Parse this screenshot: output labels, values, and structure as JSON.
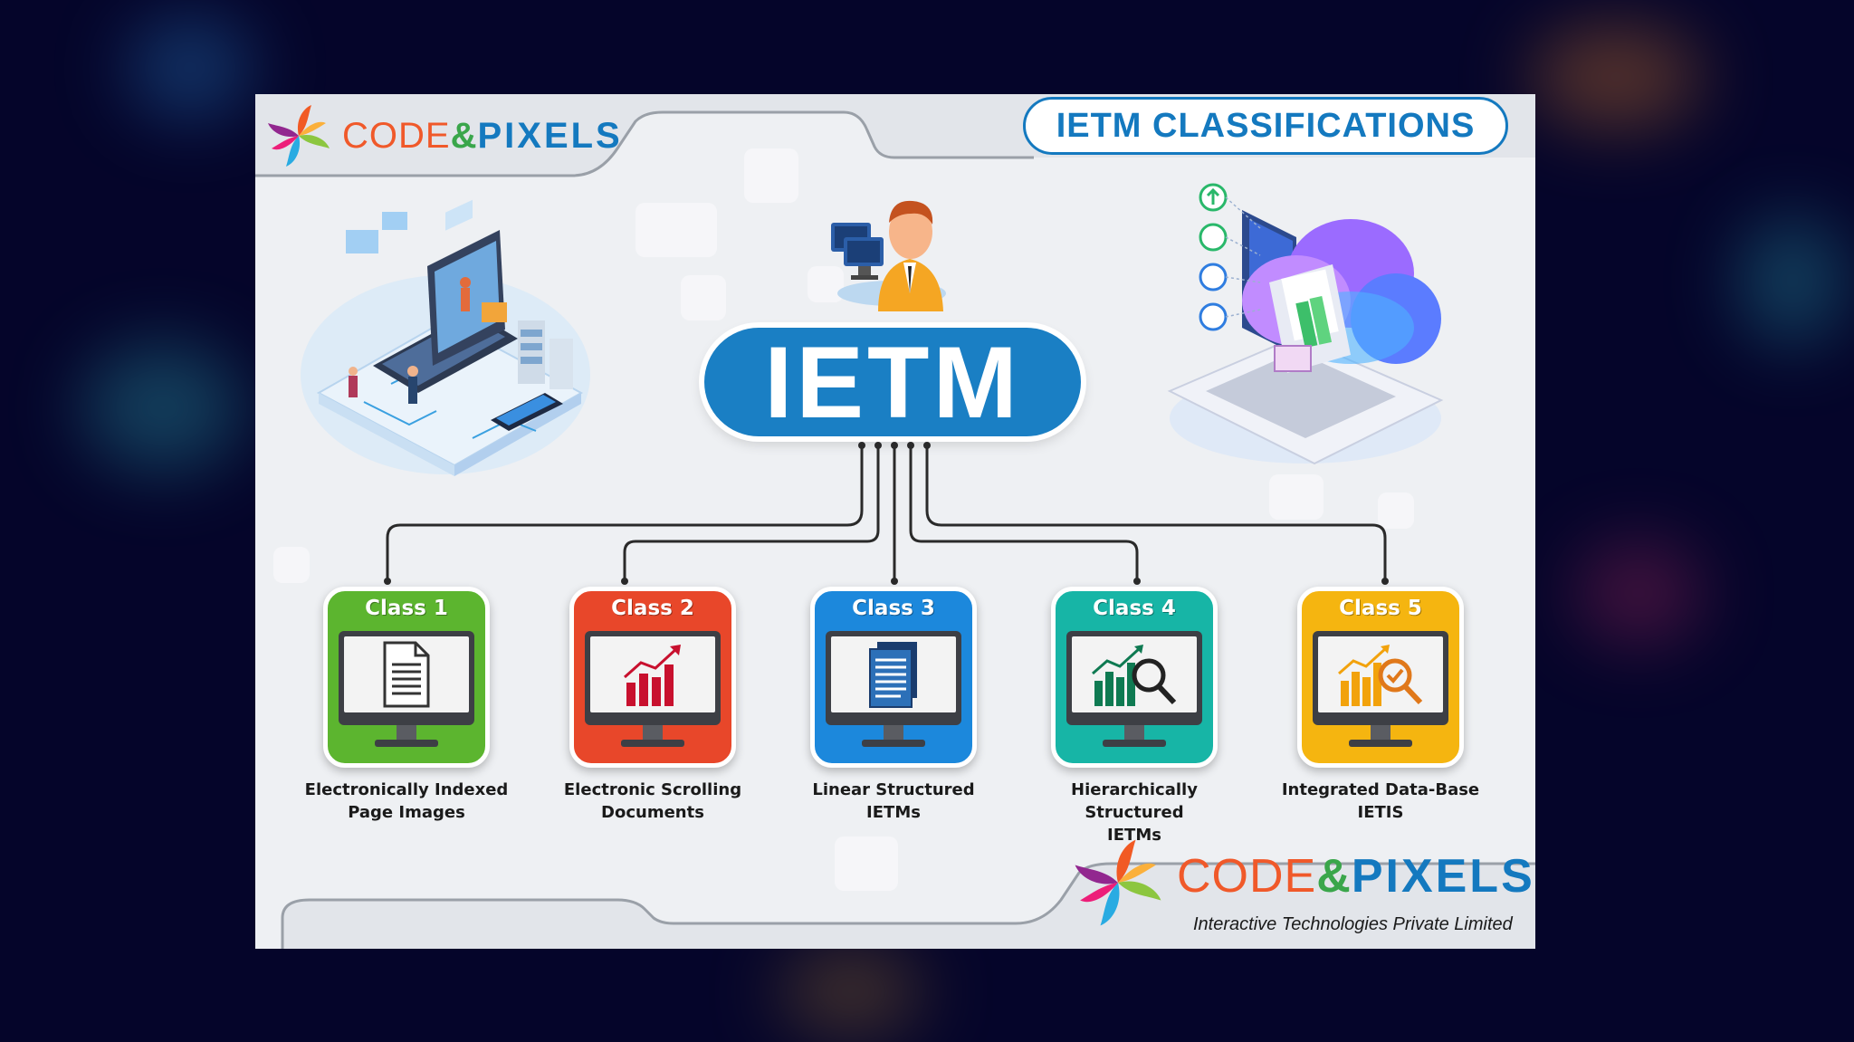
{
  "header": {
    "logo": {
      "code": "CODE",
      "amp": "&",
      "pixels": "PIXELS"
    },
    "title": "IETM CLASSIFICATIONS"
  },
  "center": {
    "label": "IETM"
  },
  "classes": [
    {
      "label": "Class 1",
      "caption_line1": "Electronically Indexed",
      "caption_line2": "Page Images",
      "color": "#5cb52f",
      "icon": "document-icon"
    },
    {
      "label": "Class 2",
      "caption_line1": "Electronic Scrolling",
      "caption_line2": "Documents",
      "color": "#e8472a",
      "icon": "bar-chart-icon"
    },
    {
      "label": "Class 3",
      "caption_line1": "Linear Structured",
      "caption_line2": "IETMs",
      "color": "#1c88dc",
      "icon": "stacked-document-icon"
    },
    {
      "label": "Class 4",
      "caption_line1": "Hierarchically Structured",
      "caption_line2": "IETMs",
      "color": "#17b5a6",
      "icon": "chart-magnifier-icon"
    },
    {
      "label": "Class 5",
      "caption_line1": "Integrated Data-Base",
      "caption_line2": "IETIS",
      "color": "#f5b510",
      "icon": "chart-magnifier-check-icon"
    }
  ],
  "footer": {
    "logo": {
      "code": "CODE",
      "amp": "&",
      "pixels": "PIXELS"
    },
    "tagline": "Interactive Technologies Private Limited"
  }
}
